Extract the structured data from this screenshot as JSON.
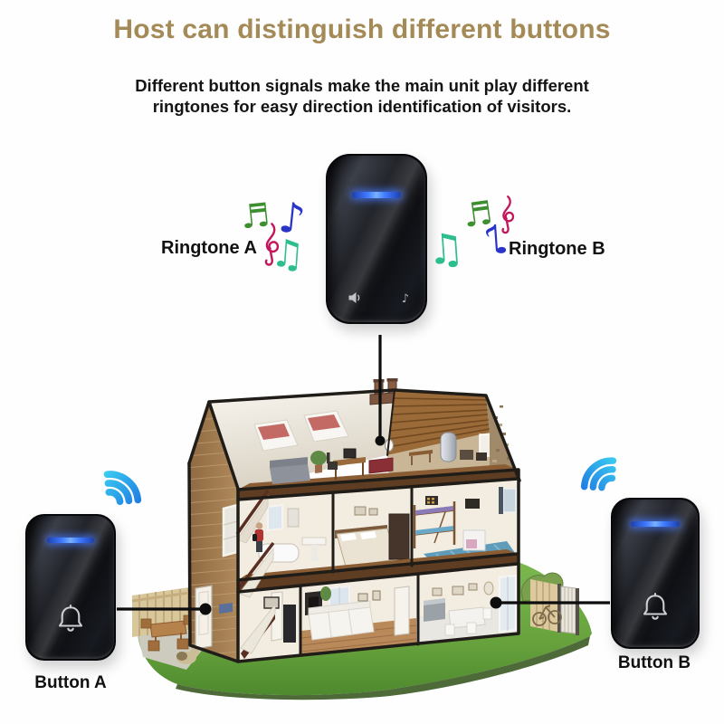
{
  "header": {
    "title": "Host can distinguish different buttons",
    "subtitle_line1": "Different button signals make the main unit play different",
    "subtitle_line2": "ringtones for easy direction identification of visitors."
  },
  "receiver": {
    "name": "wireless doorbell host receiver",
    "icons": [
      "speaker-icon",
      "music-note-icon"
    ],
    "status_led": "blue"
  },
  "ringtones": {
    "a": {
      "label": "Ringtone A",
      "notes": [
        "sixteenth-note",
        "eighth-note",
        "treble-clef",
        "beamed-notes"
      ]
    },
    "b": {
      "label": "Ringtone B",
      "notes": [
        "sixteenth-note",
        "treble-clef",
        "beamed-notes",
        "eighth-note"
      ]
    }
  },
  "buttons": {
    "a": {
      "label": "Button A",
      "icon": "bell-icon",
      "wifi": "wifi-waves-icon",
      "status_led": "blue"
    },
    "b": {
      "label": "Button B",
      "icon": "bell-icon",
      "wifi": "wifi-waves-icon",
      "status_led": "blue"
    }
  },
  "glyphs": {
    "beamed_sixteenth": "♬",
    "eighth": "♪",
    "beamed_eighth": "♫",
    "receiver_note": "♪"
  },
  "colors": {
    "title-gold": "#a38a56",
    "text-dark": "#141414",
    "led-blue-1": "#1d3fae",
    "led-blue-2": "#79b0ff",
    "wifi-cyan": "#3fd9f2",
    "wifi-blue": "#1b6fe0",
    "note-green": "#3d8f2f",
    "note-blue": "#2a35c8",
    "note-crimson": "#c2185b",
    "note-teal": "#2ebd8f",
    "grass-light": "#7ab84e",
    "grass-dark": "#4e8a2e",
    "connector": "#0d0d0d"
  }
}
